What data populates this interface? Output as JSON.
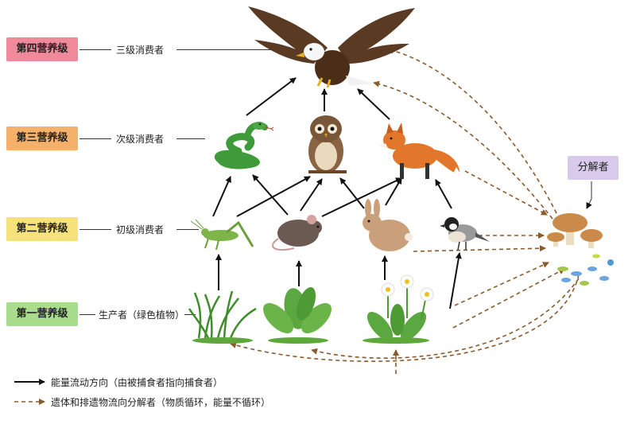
{
  "levels": [
    {
      "label": "第四营养级",
      "role": "三级消费者",
      "color": "#f08a9b"
    },
    {
      "label": "第三营养级",
      "role": "次级消费者",
      "color": "#f5b06a"
    },
    {
      "label": "第二营养级",
      "role": "初级消费者",
      "color": "#f6e27a"
    },
    {
      "label": "第一营养级",
      "role": "生产者（绿色植物）",
      "color": "#a9dc8c"
    }
  ],
  "decomposer": {
    "label": "分解者",
    "color": "#d9c9ea"
  },
  "legend": {
    "energy": "能量流动方向（由被捕食者指向捕食者）",
    "matter": "遗体和排遗物流向分解者（物质循环，能量不循环）"
  },
  "colors": {
    "energy_arrow": "#111111",
    "matter_arrow": "#8b5a2b"
  }
}
